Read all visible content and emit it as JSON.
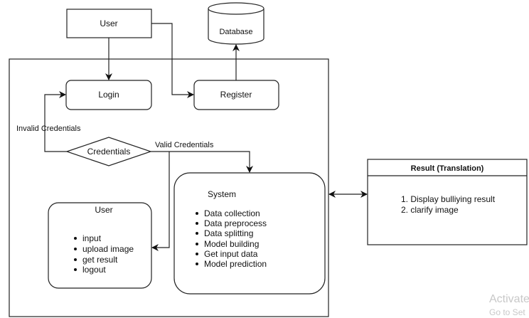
{
  "nodes": {
    "user_top": "User",
    "database": "Database",
    "login": "Login",
    "register": "Register",
    "credentials": "Credentials",
    "user_panel": {
      "title": "User",
      "items": [
        "input",
        "upload image",
        "get result",
        "logout"
      ]
    },
    "system": {
      "title": "System",
      "items": [
        "Data collection",
        "Data preprocess",
        "Data splitting",
        "Model building",
        "Get input data",
        "Model prediction"
      ]
    },
    "result": {
      "title": "Result (Translation)",
      "items": [
        "1. Display bulliying result",
        "2. clarify image"
      ]
    }
  },
  "edges": {
    "invalid": "Invalid Credentials",
    "valid": "Valid Credentials"
  },
  "watermark": {
    "line1": "Activate",
    "line2": "Go to Set"
  }
}
